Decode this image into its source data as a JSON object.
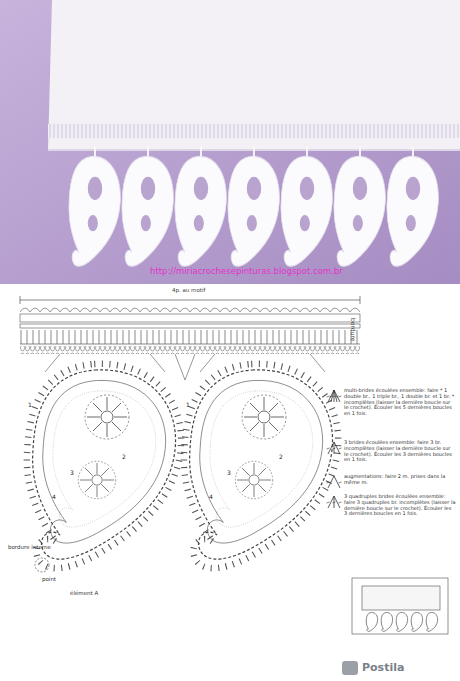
{
  "diagram": {
    "labels": [
      "http://miriacrochesepinturas.blogspot.com.br",
      "4p. au motif",
      "bordure",
      "1",
      "2",
      "3",
      "4",
      "1",
      "2",
      "3",
      "4",
      "bordure interne",
      "point",
      "élément A",
      "Postila"
    ],
    "legend": [
      {
        "text": "multi-brides écoulées ensemble: faire * 1 double br., 1 triple br., 1 double br. et 1 br. * incomplètes (laisser la dernière boucle sur le crochet). Écouler les 5 dernières boucles en 1 fois."
      },
      {
        "text": "3 brides écoulées ensemble: faire 3 br. incomplètes (laisser la dernière boucle sur le crochet). Écouler les 3 dernières boucles en 1 fois."
      },
      {
        "text": "augmentations: faire 2 m. prises dans la même m."
      },
      {
        "text": "3 quadruples brides écoulées ensemble: faire 3 quadruples br. incomplètes (laisser la dernière boucle sur le crochet). Écouler les 3 dernières boucles en 1 fois."
      }
    ]
  }
}
